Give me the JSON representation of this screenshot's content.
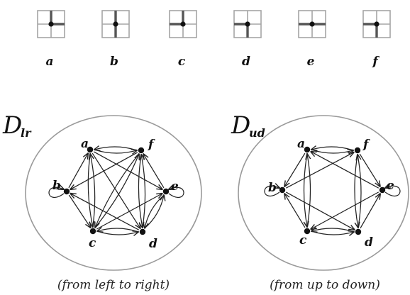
{
  "tiles": [
    {
      "label": "a",
      "segments": [
        "up",
        "right"
      ]
    },
    {
      "label": "b",
      "segments": [
        "up",
        "down"
      ]
    },
    {
      "label": "c",
      "segments": [
        "up",
        "left"
      ]
    },
    {
      "label": "d",
      "segments": [
        "left",
        "down"
      ]
    },
    {
      "label": "e",
      "segments": [
        "left",
        "right"
      ]
    },
    {
      "label": "f",
      "segments": [
        "down",
        "left"
      ]
    }
  ],
  "graphs": [
    {
      "title_main": "D",
      "title_sub": "lr",
      "caption": "(from left to right)",
      "nodes": [
        "a",
        "b",
        "c",
        "d",
        "e",
        "f"
      ],
      "self_loops": [
        "b",
        "e"
      ],
      "edges": [
        [
          "a",
          "f"
        ],
        [
          "f",
          "a"
        ],
        [
          "c",
          "d"
        ],
        [
          "d",
          "c"
        ],
        [
          "b",
          "a"
        ],
        [
          "b",
          "c"
        ],
        [
          "a",
          "e"
        ],
        [
          "d",
          "e"
        ],
        [
          "a",
          "d"
        ],
        [
          "a",
          "c"
        ],
        [
          "c",
          "f"
        ],
        [
          "c",
          "a"
        ],
        [
          "f",
          "b"
        ],
        [
          "d",
          "b"
        ],
        [
          "f",
          "d"
        ],
        [
          "f",
          "c"
        ],
        [
          "e",
          "f"
        ],
        [
          "e",
          "d"
        ],
        [
          "d",
          "f"
        ],
        [
          "c",
          "e"
        ]
      ]
    },
    {
      "title_main": "D",
      "title_sub": "ud",
      "caption": "(from up to down)",
      "nodes": [
        "a",
        "b",
        "c",
        "d",
        "e",
        "f"
      ],
      "self_loops": [
        "b",
        "e"
      ],
      "edges": [
        [
          "a",
          "f"
        ],
        [
          "f",
          "a"
        ],
        [
          "c",
          "d"
        ],
        [
          "d",
          "c"
        ],
        [
          "a",
          "c"
        ],
        [
          "c",
          "a"
        ],
        [
          "f",
          "d"
        ],
        [
          "d",
          "f"
        ],
        [
          "a",
          "b"
        ],
        [
          "c",
          "b"
        ],
        [
          "b",
          "f"
        ],
        [
          "b",
          "d"
        ],
        [
          "f",
          "e"
        ],
        [
          "d",
          "e"
        ],
        [
          "e",
          "a"
        ],
        [
          "e",
          "c"
        ]
      ]
    }
  ]
}
